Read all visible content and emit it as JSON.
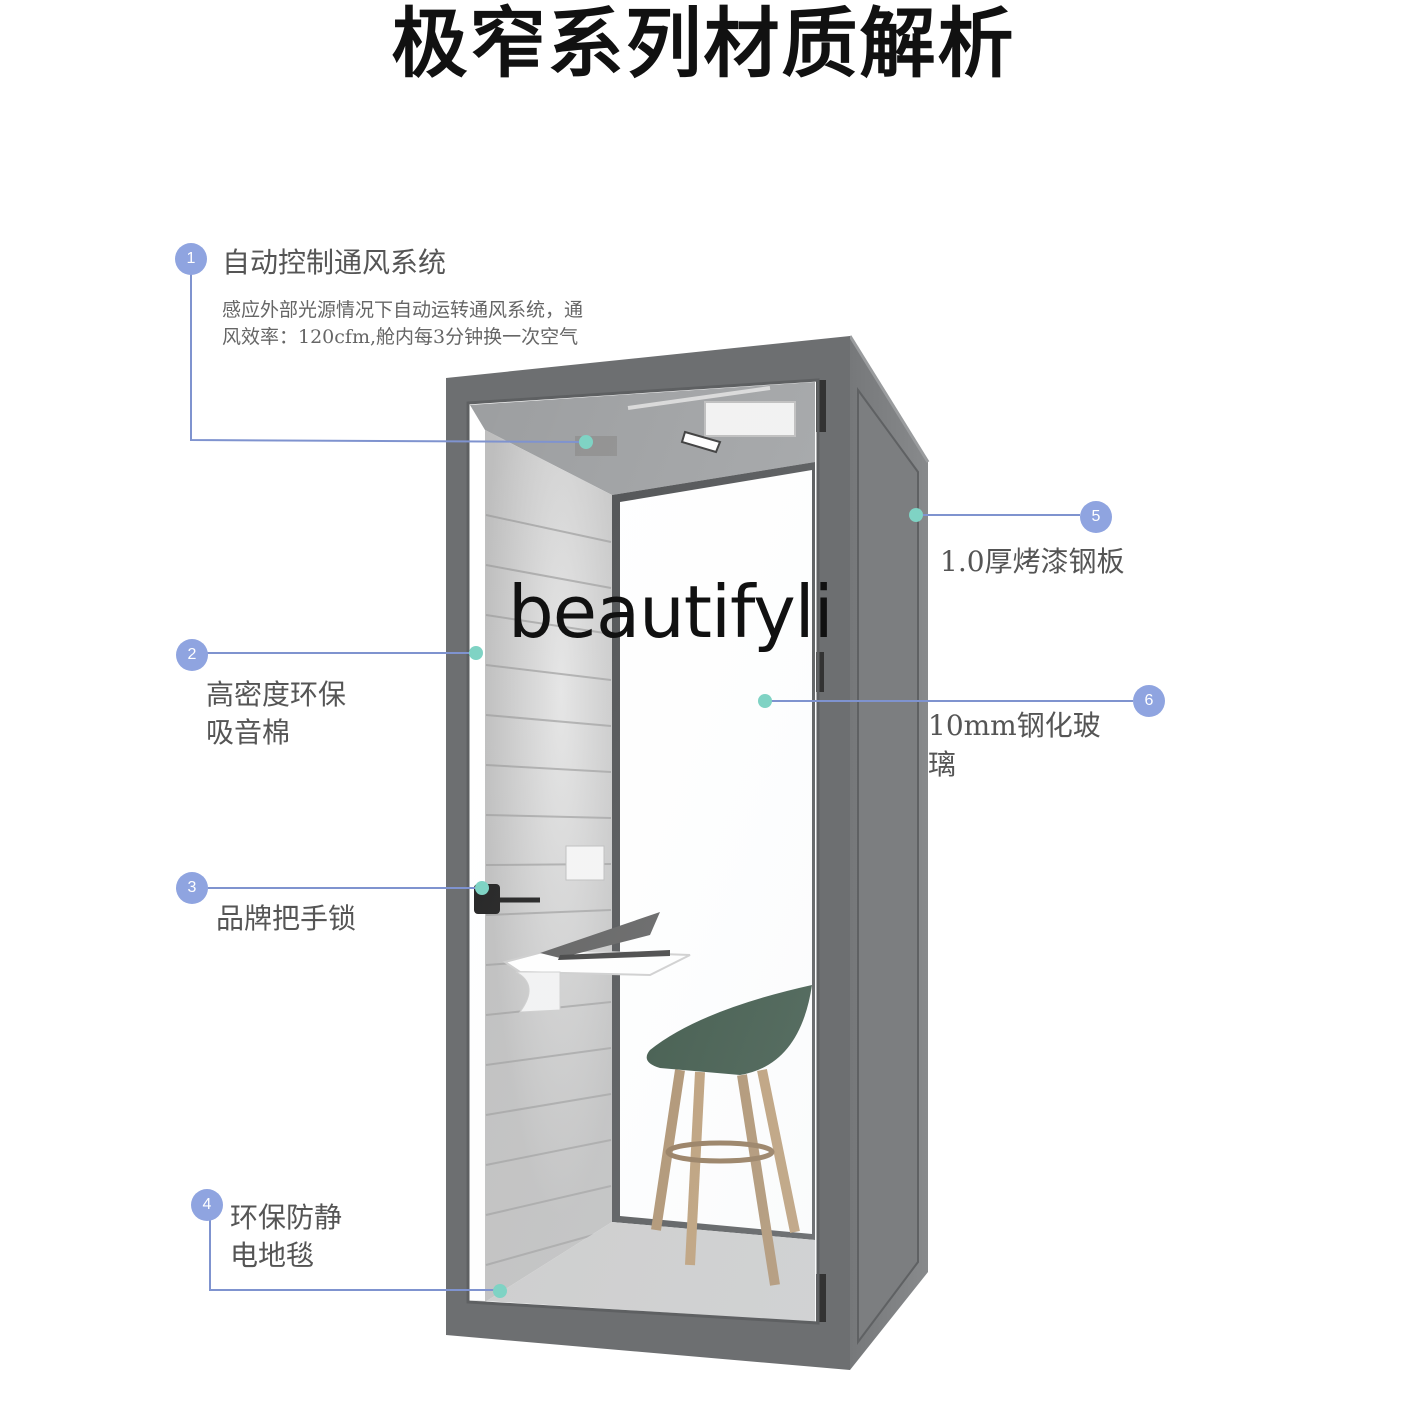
{
  "title": "极窄系列材质解析",
  "watermark": "beautifyli",
  "callouts": [
    {
      "number": "1",
      "title": "自动控制通风系统",
      "desc_line1": "感应外部光源情况下自动运转通风系统，通",
      "desc_line2": "风效率：120cfm,舱内每3分钟换一次空气"
    },
    {
      "number": "2",
      "title_line1": "高密度环保",
      "title_line2": "吸音棉"
    },
    {
      "number": "3",
      "title": "品牌把手锁"
    },
    {
      "number": "4",
      "title_line1": "环保防静",
      "title_line2": "电地毯"
    },
    {
      "number": "5",
      "title": "1.0厚烤漆钢板"
    },
    {
      "number": "6",
      "title_line1": "10mm钢化玻",
      "title_line2": "璃"
    }
  ],
  "colors": {
    "badge": "#8fa4e0",
    "leader_line": "#7f93cf",
    "dot": "#7fd3c4",
    "booth_frame": "#7a7c7e",
    "stool_seat": "#2f4a3a"
  }
}
